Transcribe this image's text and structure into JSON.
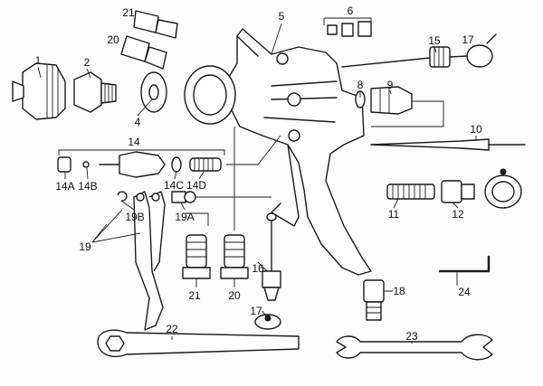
{
  "title": "Spray gun exploded parts diagram",
  "labels": {
    "p21_top": "21",
    "p20_top": "20",
    "p5": "5",
    "p6": "6",
    "p15": "15",
    "p17_top": "17",
    "p1": "1",
    "p2": "2",
    "p4": "4",
    "p8": "8",
    "p9": "9",
    "p14": "14",
    "p10": "10",
    "p14A": "14A",
    "p14B": "14B",
    "p14C": "14C",
    "p14D": "14D",
    "p19B": "19B",
    "p19A": "19A",
    "p11": "11",
    "p12": "12",
    "p19": "19",
    "p21_bot": "21",
    "p20_bot": "20",
    "p16": "16",
    "p18": "18",
    "p24": "24",
    "p17_bot": "17",
    "p22": "22",
    "p23": "23"
  }
}
